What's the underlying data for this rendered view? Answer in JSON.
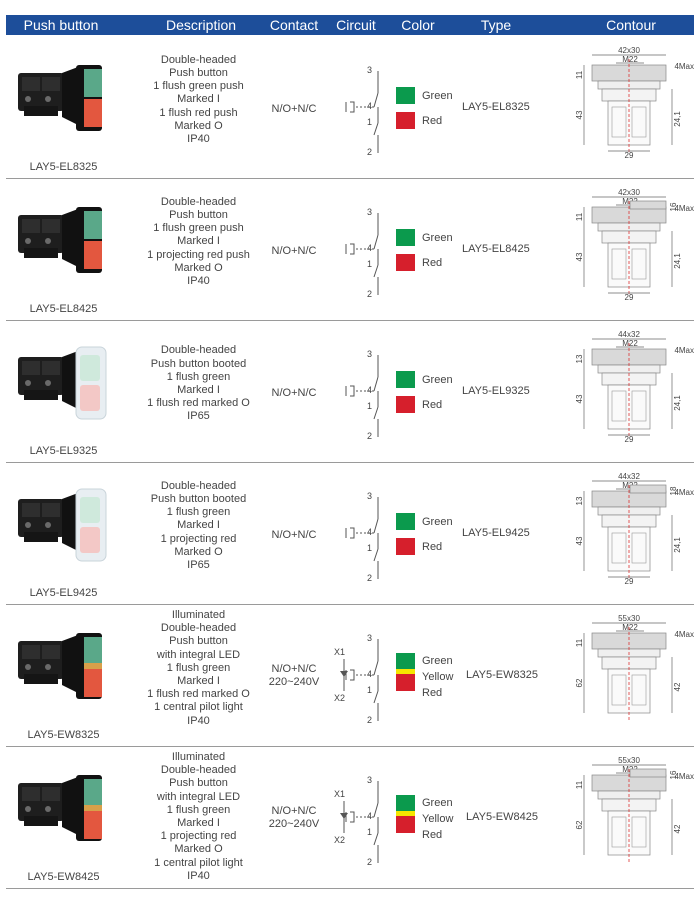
{
  "header": [
    "Push button",
    "Description",
    "Contact",
    "Circuit",
    "Color",
    "Type",
    "Contour"
  ],
  "colors": {
    "header_bg": "#1d4e9a",
    "green": "#0b9a4d",
    "red": "#d61f2c",
    "yellow": "#f6e600",
    "lamp_green": "#5aa889",
    "lamp_red": "#e3573f"
  },
  "rows": [
    {
      "model": "LAY5-EL8325",
      "desc": [
        "Double-headed",
        "Push button",
        "1 flush green push",
        "Marked I",
        "1 flush red push",
        "Marked O",
        "IP40"
      ],
      "contact": [
        "N/O+N/C"
      ],
      "circuit": {
        "top": "3",
        "mid": "4",
        "low": "1",
        "bottom": "2"
      },
      "colors": [
        "Green",
        "Red"
      ],
      "type": "LAY5-EL8325",
      "contour": {
        "top": "42x30",
        "thread": "M22",
        "side": "11",
        "max": "4Max",
        "height": "43",
        "depth": "24,1",
        "base": "29"
      }
    },
    {
      "model": "LAY5-EL8425",
      "desc": [
        "Double-headed",
        "Push button",
        "1 flush green push",
        "Marked I",
        "1 projecting red push",
        "Marked O",
        "IP40"
      ],
      "contact": [
        "N/O+N/C"
      ],
      "circuit": {
        "top": "3",
        "mid": "4",
        "low": "1",
        "bottom": "2"
      },
      "colors": [
        "Green",
        "Red"
      ],
      "type": "LAY5-EL8425",
      "contour": {
        "top": "42x30",
        "thread": "M22",
        "side": "11",
        "proj": "16",
        "max": "4Max",
        "height": "43",
        "depth": "24,1",
        "base": "29"
      }
    },
    {
      "model": "LAY5-EL9325",
      "desc": [
        "Double-headed",
        "Push button booted",
        "1 flush green",
        "Marked I",
        "1 flush red marked O",
        "IP65"
      ],
      "contact": [
        "N/O+N/C"
      ],
      "circuit": {
        "top": "3",
        "mid": "4",
        "low": "1",
        "bottom": "2"
      },
      "colors": [
        "Green",
        "Red"
      ],
      "type": "LAY5-EL9325",
      "contour": {
        "top": "44x32",
        "thread": "M22",
        "side": "13",
        "max": "4Max",
        "height": "43",
        "depth": "24,1",
        "base": "29"
      }
    },
    {
      "model": "LAY5-EL9425",
      "desc": [
        "Double-headed",
        "Push button  booted",
        "1 flush green",
        "Marked I",
        "1 projecting red",
        "Marked O",
        "IP65"
      ],
      "contact": [
        "N/O+N/C"
      ],
      "circuit": {
        "top": "3",
        "mid": "4",
        "low": "1",
        "bottom": "2"
      },
      "colors": [
        "Green",
        "Red"
      ],
      "type": "LAY5-EL9425",
      "contour": {
        "top": "44x32",
        "thread": "M22",
        "side": "13",
        "proj": "18",
        "max": "4Max",
        "height": "43",
        "depth": "24,1",
        "base": "29"
      }
    },
    {
      "model": "LAY5-EW8325",
      "desc": [
        "Illuminated",
        "Double-headed",
        "Push button",
        "with integral LED",
        "1 flush green",
        "Marked I",
        "1 flush red marked O",
        "1 central pilot light",
        "IP40"
      ],
      "contact": [
        "N/O+N/C",
        "220~240V"
      ],
      "circuit": {
        "top": "3",
        "mid": "4",
        "low": "1",
        "bottom": "2",
        "x1": "X1",
        "x2": "X2"
      },
      "colors": [
        "Green",
        "Yellow",
        "Red"
      ],
      "type": "LAY5-EW8325",
      "contour": {
        "top": "55x30",
        "thread": "M22",
        "side": "11",
        "max": "4Max",
        "height": "62",
        "depth": "42"
      }
    },
    {
      "model": "LAY5-EW8425",
      "desc": [
        "Illuminated",
        "Double-headed",
        "Push button",
        "with integral LED",
        "1 flush green",
        "Marked I",
        "1 projecting red",
        "Marked O",
        "1 central pilot light",
        "IP40"
      ],
      "contact": [
        "N/O+N/C",
        "220~240V"
      ],
      "circuit": {
        "top": "3",
        "mid": "4",
        "low": "1",
        "bottom": "2",
        "x1": "X1",
        "x2": "X2"
      },
      "colors": [
        "Green",
        "Yellow",
        "Red"
      ],
      "type": "LAY5-EW8425",
      "contour": {
        "top": "55x30",
        "thread": "M22",
        "side": "11",
        "proj": "16",
        "max": "4Max",
        "height": "62",
        "depth": "42"
      }
    }
  ]
}
